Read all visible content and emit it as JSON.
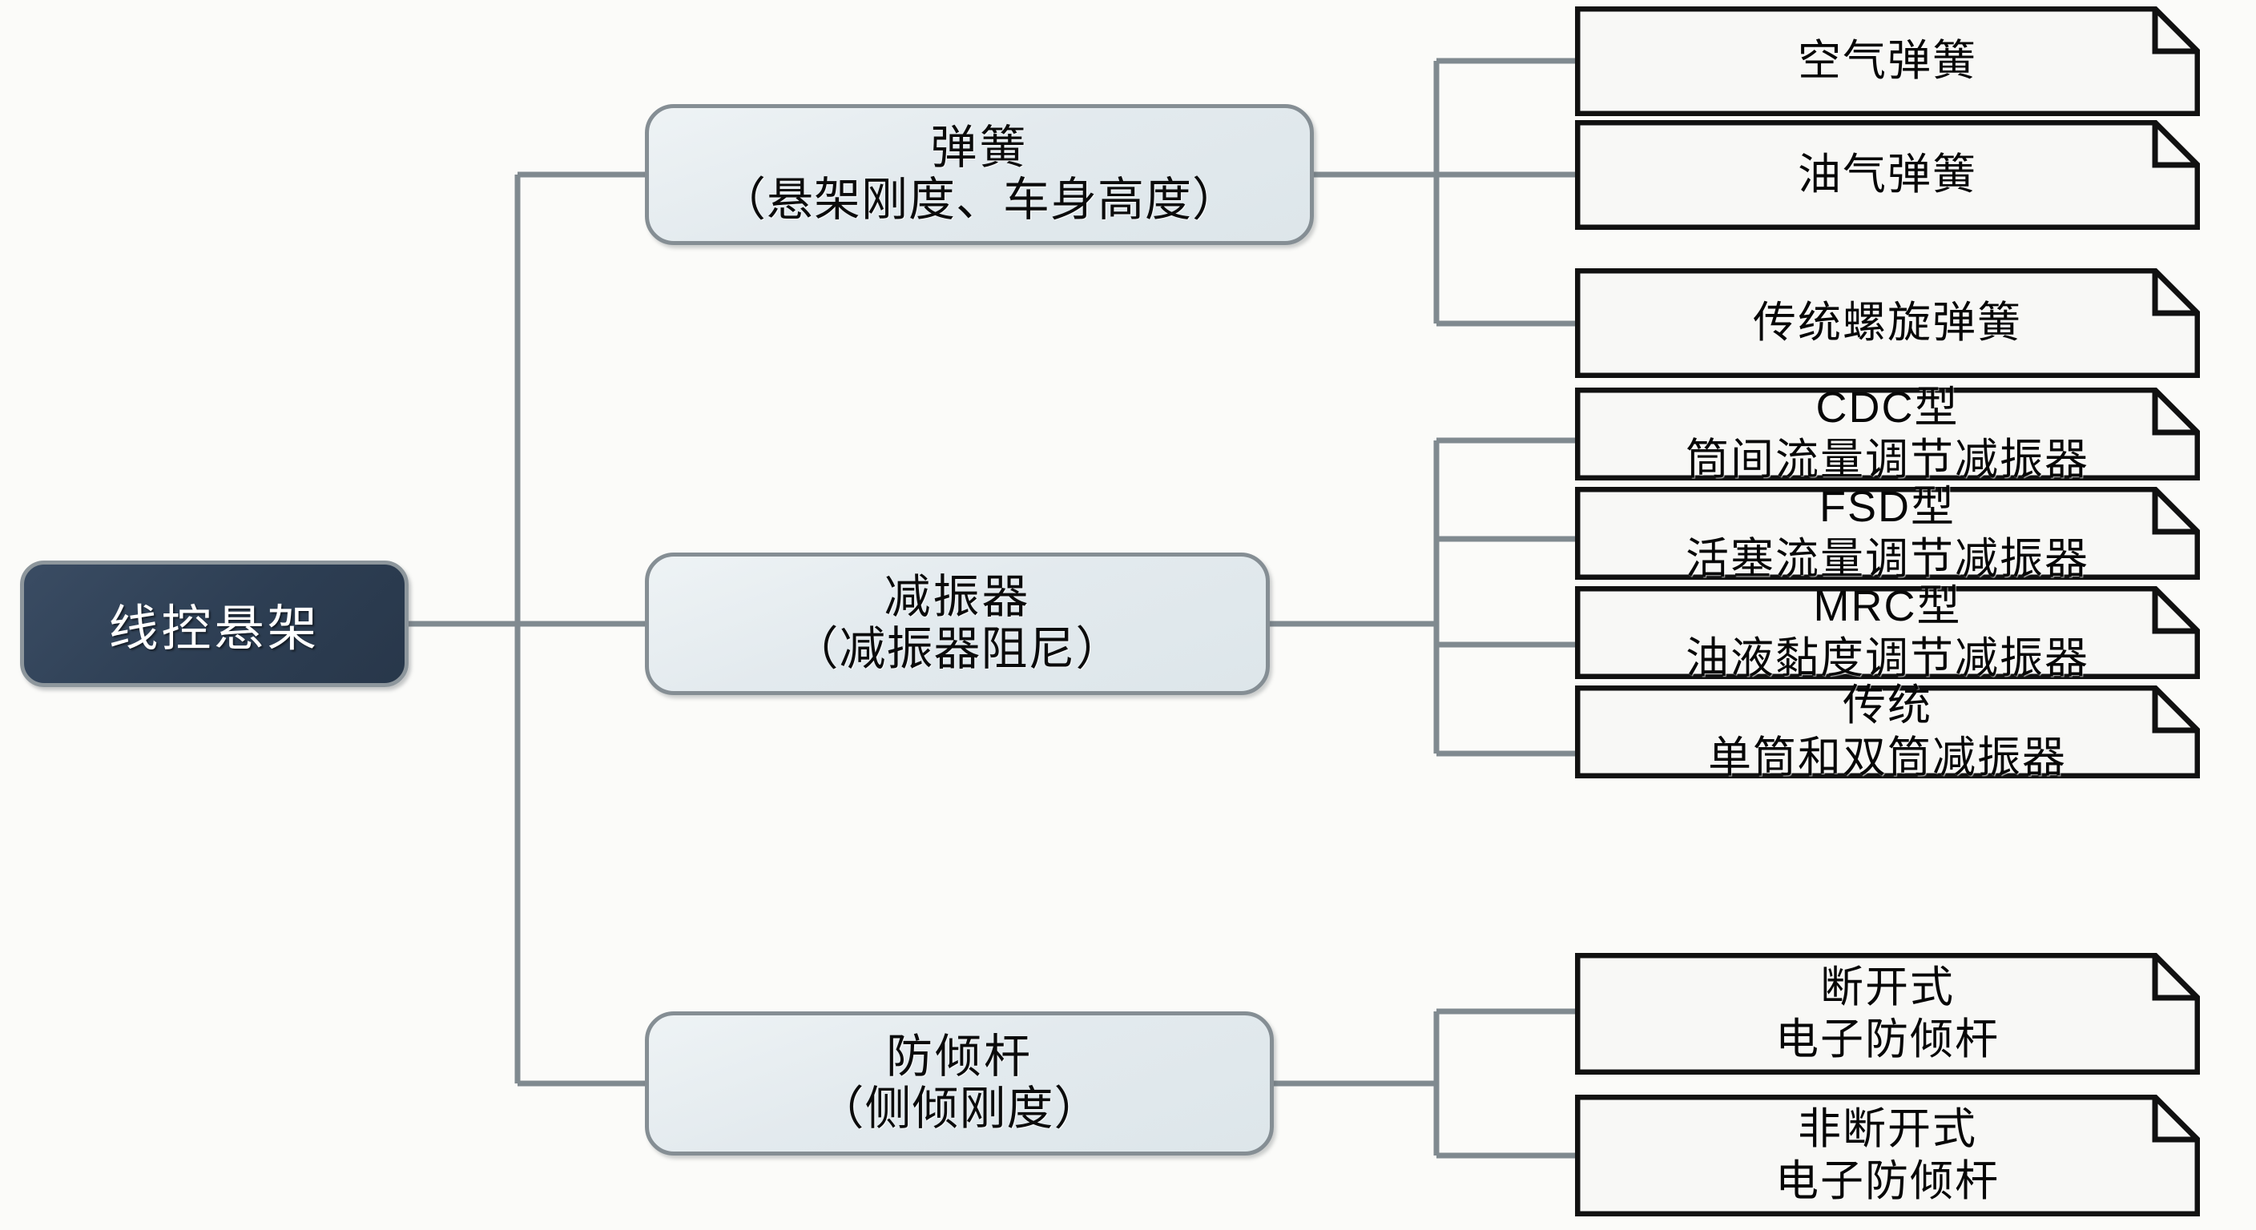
{
  "diagram": {
    "title": "线控悬架分类结构图",
    "colors": {
      "root_fill": "#2d3e53",
      "root_text": "#ffffff",
      "node_fill": "#e3eaee",
      "node_border": "#858e94",
      "connector": "#808a90",
      "leaf_border": "#111111",
      "leaf_fill": "#f8f8f6",
      "background": "#fbfbf9"
    },
    "root": {
      "label": "线控悬架"
    },
    "branches": [
      {
        "name": "spring",
        "title": "弹簧",
        "subtitle": "（悬架刚度、车身高度）",
        "leaves": [
          {
            "line1": "空气弹簧",
            "line2": ""
          },
          {
            "line1": "油气弹簧",
            "line2": ""
          },
          {
            "line1": "传统螺旋弹簧",
            "line2": ""
          }
        ]
      },
      {
        "name": "damper",
        "title": "减振器",
        "subtitle": "（减振器阻尼）",
        "leaves": [
          {
            "line1": "CDC型",
            "line2": "筒间流量调节减振器"
          },
          {
            "line1": "FSD型",
            "line2": "活塞流量调节减振器"
          },
          {
            "line1": "MRC型",
            "line2": "油液黏度调节减振器"
          },
          {
            "line1": "传统",
            "line2": "单筒和双筒减振器"
          }
        ]
      },
      {
        "name": "anti-roll-bar",
        "title": "防倾杆",
        "subtitle": "（侧倾刚度）",
        "leaves": [
          {
            "line1": "断开式",
            "line2": "电子防倾杆"
          },
          {
            "line1": "非断开式",
            "line2": "电子防倾杆"
          }
        ]
      }
    ]
  }
}
